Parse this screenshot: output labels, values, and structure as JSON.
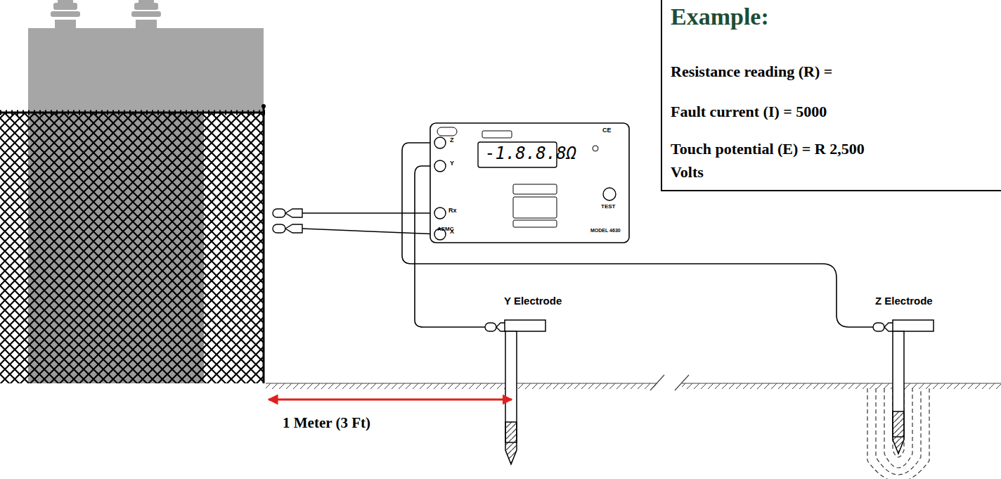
{
  "diagram": {
    "nodes": [
      {
        "text": [
          "Example:",
          "Resistance reading (R) =",
          "Fault current (I) = 5000",
          "Touch potential (E) = R 2,500 Volts"
        ]
      }
    ],
    "labels": [
      "Y Electrode",
      "Z Electrode",
      "1 Meter (3 Ft)",
      "-1.8.8.8Ω",
      "Z",
      "Y",
      "Rx",
      "X",
      "TEST",
      "AEMC",
      "MODEL 4630",
      "CE"
    ]
  }
}
